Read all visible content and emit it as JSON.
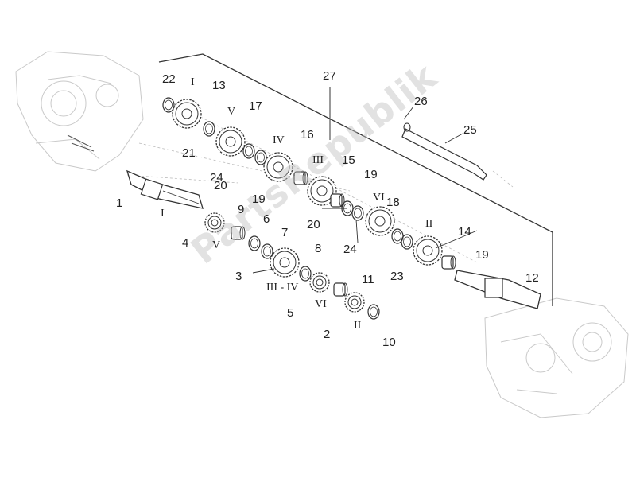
{
  "watermark": "PartsRepublik",
  "labels": {
    "n1": "1",
    "n2": "2",
    "n3": "3",
    "n4": "4",
    "n5": "5",
    "n6": "6",
    "n7": "7",
    "n8": "8",
    "n9": "9",
    "n10": "10",
    "n11": "11",
    "n12": "12",
    "n13": "13",
    "n14": "14",
    "n15": "15",
    "n16": "16",
    "n17": "17",
    "n18": "18",
    "n19a": "19",
    "n19b": "19",
    "n19c": "19",
    "n20a": "20",
    "n20b": "20",
    "n21": "21",
    "n22": "22",
    "n23": "23",
    "n24a": "24",
    "n24b": "24",
    "n25": "25",
    "n26": "26",
    "n27": "27",
    "r_I_top": "I",
    "r_V_top": "V",
    "r_IV": "IV",
    "r_III": "III",
    "r_VI_top": "VI",
    "r_II_top": "II",
    "r_I_bot": "I",
    "r_V_bot": "V",
    "r_III_IV": "III - IV",
    "r_VI_bot": "VI",
    "r_II_bot": "II"
  },
  "colors": {
    "line": "#333333",
    "casing": "#c9c9c9",
    "watermark": "#bebebe"
  }
}
